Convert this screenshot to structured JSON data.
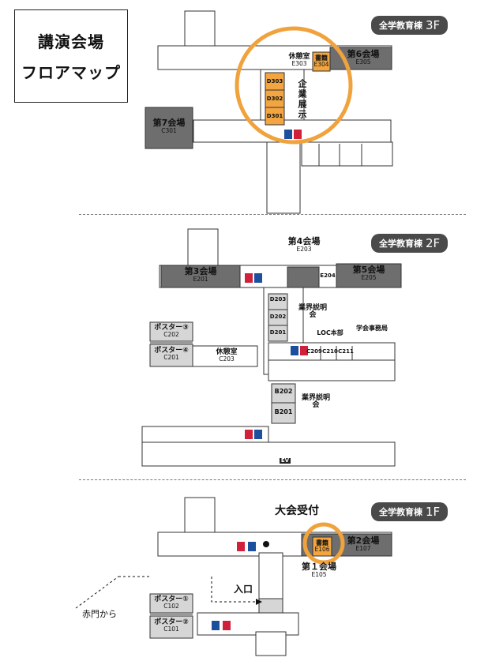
{
  "title": {
    "line1": "講演会場",
    "line2": "フロアマップ"
  },
  "badges": {
    "building": "全学教育棟",
    "f3": "3F",
    "f2": "2F",
    "f1": "1F"
  },
  "f3": {
    "rest": "休憩室",
    "rest_code": "E303",
    "books": "書籍",
    "books_code": "E304",
    "hall6": "第6会場",
    "hall6_code": "E305",
    "d303": "D303",
    "d302": "D302",
    "d301": "D301",
    "expo": "企業展示",
    "hall7": "第7会場",
    "hall7_code": "C301"
  },
  "f2": {
    "hall4": "第4会場",
    "hall4_code": "E203",
    "hall3": "第3会場",
    "hall3_code": "E201",
    "e204": "E204",
    "hall5": "第5会場",
    "hall5_code": "E205",
    "d203": "D203",
    "d202": "D202",
    "d201": "D201",
    "industry": "業界説明会",
    "loc": "LOC本部",
    "secretariat": "学会事務局",
    "c209": "C209",
    "c210": "C210",
    "c211": "C211",
    "poster3": "ポスター③",
    "poster3_code": "C202",
    "poster4": "ポスター④",
    "poster4_code": "C201",
    "rest": "休憩室",
    "rest_code": "C203",
    "b202": "B202",
    "b201": "B201",
    "industry2": "業界説明会",
    "ev": "EV"
  },
  "f1": {
    "reception": "大会受付",
    "books": "書籍",
    "books_code": "E106",
    "hall2": "第2会場",
    "hall2_code": "E107",
    "hall1": "第１会場",
    "hall1_code": "E105",
    "entrance": "入口",
    "akamon": "赤門から",
    "poster1": "ポスター①",
    "poster1_code": "C102",
    "poster2": "ポスター②",
    "poster2_code": "C101"
  },
  "colors": {
    "hall": "#6e6e6e",
    "light": "#d6d6d6",
    "orange": "#f2a540",
    "ring": "#f0a23c",
    "wc_m": "#1c4f9c",
    "wc_f": "#d0213a"
  }
}
